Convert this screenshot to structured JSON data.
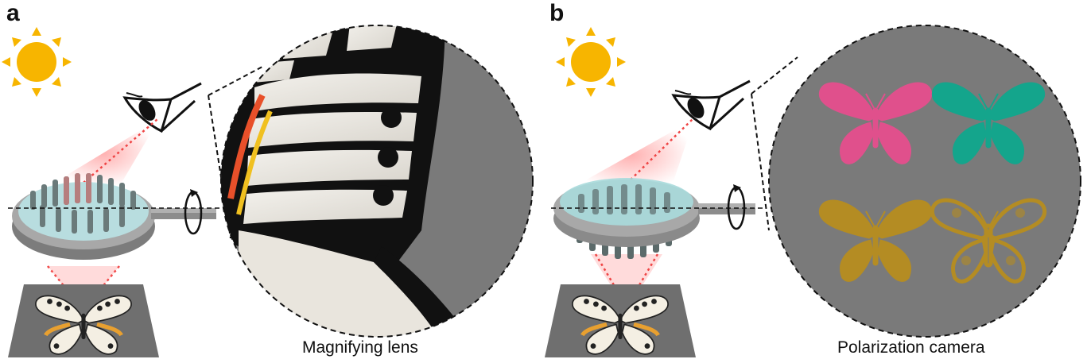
{
  "panel_a": {
    "label": "a",
    "caption": "Magnifying lens"
  },
  "panel_b": {
    "label": "b",
    "caption": "Polarization camera"
  },
  "icons": [
    "sun-icon",
    "eye-icon",
    "rotation-arrow-icon",
    "butterfly-icon"
  ],
  "colors": {
    "sun": "#f7b500",
    "lens_gray": "#7c7c7c",
    "light_path": "#ef4444",
    "butterfly_pink": "#e0508c",
    "butterfly_teal": "#14a58c",
    "butterfly_gold": "#b48c23"
  }
}
